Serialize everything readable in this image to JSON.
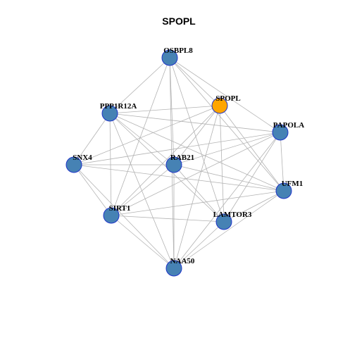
{
  "title": "SPOPL",
  "colors": {
    "node_default": "#4682B4",
    "node_focus": "#FFA500",
    "node_border": "#1F35C9",
    "edge": "#B3B3B3"
  },
  "nodes": [
    {
      "id": "OSBPL8",
      "label": "OSBPL8",
      "focus": false
    },
    {
      "id": "SPOPL",
      "label": "SPOPL",
      "focus": true
    },
    {
      "id": "PPP1R12A",
      "label": "PPP1R12A",
      "focus": false
    },
    {
      "id": "PAPOLA",
      "label": "PAPOLA",
      "focus": false
    },
    {
      "id": "SNX4",
      "label": "SNX4",
      "focus": false
    },
    {
      "id": "RAB21",
      "label": "RAB21",
      "focus": false
    },
    {
      "id": "UFM1",
      "label": "UFM1",
      "focus": false
    },
    {
      "id": "SIRT1",
      "label": "SIRT1",
      "focus": false
    },
    {
      "id": "LAMTOR3",
      "label": "LAMTOR3",
      "focus": false
    },
    {
      "id": "NAA50",
      "label": "NAA50",
      "focus": false
    }
  ],
  "edges": [
    [
      "OSBPL8",
      "SPOPL"
    ],
    [
      "OSBPL8",
      "PPP1R12A"
    ],
    [
      "OSBPL8",
      "PAPOLA"
    ],
    [
      "OSBPL8",
      "RAB21"
    ],
    [
      "OSBPL8",
      "UFM1"
    ],
    [
      "OSBPL8",
      "SIRT1"
    ],
    [
      "OSBPL8",
      "LAMTOR3"
    ],
    [
      "OSBPL8",
      "NAA50"
    ],
    [
      "SPOPL",
      "PPP1R12A"
    ],
    [
      "SPOPL",
      "RAB21"
    ],
    [
      "SPOPL",
      "UFM1"
    ],
    [
      "SPOPL",
      "SIRT1"
    ],
    [
      "SPOPL",
      "LAMTOR3"
    ],
    [
      "SPOPL",
      "NAA50"
    ],
    [
      "SPOPL",
      "SNX4"
    ],
    [
      "PPP1R12A",
      "SNX4"
    ],
    [
      "PPP1R12A",
      "RAB21"
    ],
    [
      "PPP1R12A",
      "PAPOLA"
    ],
    [
      "PPP1R12A",
      "UFM1"
    ],
    [
      "PPP1R12A",
      "SIRT1"
    ],
    [
      "PPP1R12A",
      "LAMTOR3"
    ],
    [
      "PPP1R12A",
      "NAA50"
    ],
    [
      "PAPOLA",
      "SNX4"
    ],
    [
      "PAPOLA",
      "RAB21"
    ],
    [
      "PAPOLA",
      "UFM1"
    ],
    [
      "PAPOLA",
      "SIRT1"
    ],
    [
      "PAPOLA",
      "LAMTOR3"
    ],
    [
      "PAPOLA",
      "NAA50"
    ],
    [
      "SNX4",
      "RAB21"
    ],
    [
      "SNX4",
      "UFM1"
    ],
    [
      "SNX4",
      "SIRT1"
    ],
    [
      "SNX4",
      "NAA50"
    ],
    [
      "RAB21",
      "UFM1"
    ],
    [
      "RAB21",
      "SIRT1"
    ],
    [
      "RAB21",
      "LAMTOR3"
    ],
    [
      "RAB21",
      "NAA50"
    ],
    [
      "UFM1",
      "SIRT1"
    ],
    [
      "UFM1",
      "LAMTOR3"
    ],
    [
      "UFM1",
      "NAA50"
    ],
    [
      "SIRT1",
      "LAMTOR3"
    ],
    [
      "SIRT1",
      "NAA50"
    ],
    [
      "LAMTOR3",
      "NAA50"
    ]
  ]
}
